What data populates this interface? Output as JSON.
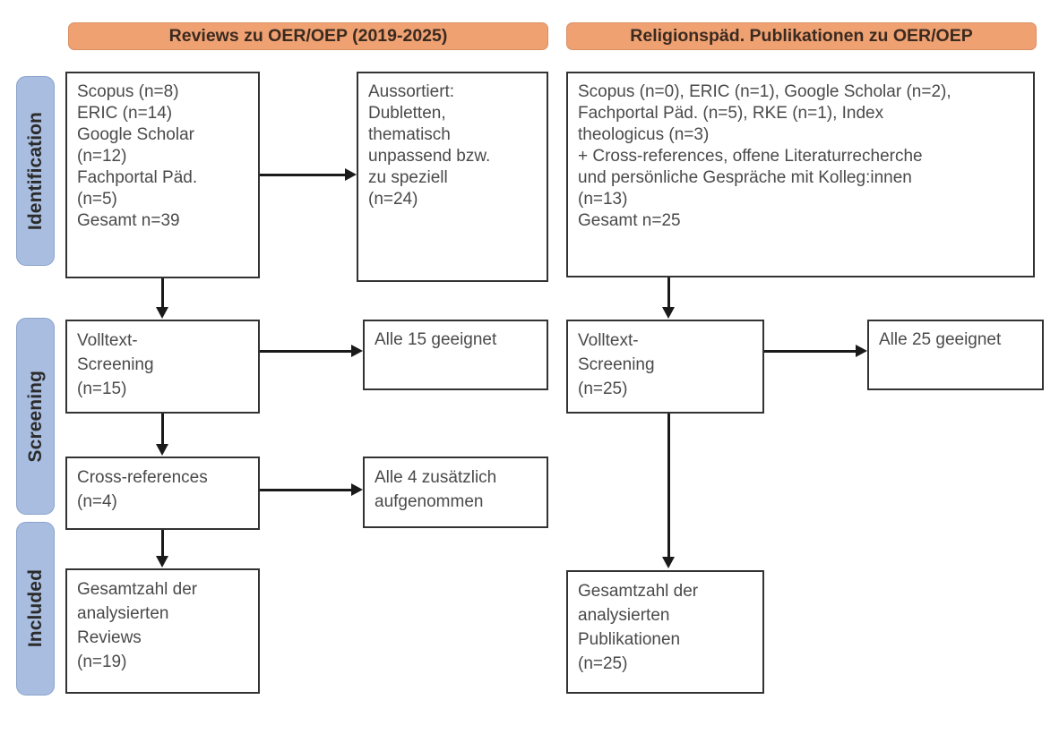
{
  "diagram": {
    "type": "prisma-flow-diagram",
    "columns": [
      {
        "id": "reviews",
        "header": "Reviews zu OER/OEP (2019-2025)"
      },
      {
        "id": "religionspaed",
        "header": "Religionspäd. Publikationen zu OER/OEP"
      }
    ],
    "phases": [
      {
        "id": "identification",
        "label": "Identification"
      },
      {
        "id": "screening",
        "label": "Screening"
      },
      {
        "id": "included",
        "label": "Included"
      }
    ],
    "nodes": {
      "left_identification_sources": "Scopus (n=8)\nERIC (n=14)\nGoogle Scholar\n(n=12)\nFachportal Päd.\n(n=5)\nGesamt n=39",
      "left_identification_excluded": "Aussortiert:\nDubletten,\nthematisch\nunpassend bzw.\nzu speziell\n(n=24)",
      "left_screening_fulltext": "Volltext-\nScreening\n(n=15)",
      "left_screening_eligible": "Alle 15 geeignet",
      "left_screening_crossrefs": "Cross-references\n(n=4)",
      "left_screening_crossrefs_added": "Alle 4 zusätzlich\naufgenommen",
      "left_included_total": "Gesamtzahl der\nanalysierten\nReviews\n(n=19)",
      "right_identification_sources": "Scopus (n=0), ERIC (n=1), Google Scholar (n=2),\nFachportal Päd. (n=5), RKE (n=1), Index\ntheologicus (n=3)\n+ Cross-references, offene Literaturrecherche\nund persönliche Gespräche mit Kolleg:innen\n(n=13)\nGesamt n=25",
      "right_screening_fulltext": "Volltext-\nScreening\n(n=25)",
      "right_screening_eligible": "Alle 25 geeignet",
      "right_included_total": "Gesamtzahl der\nanalysierten\nPublikationen\n(n=25)"
    },
    "colors": {
      "header_fill": "#efa172",
      "header_border": "#d98f63",
      "phase_fill": "#a8bddf",
      "phase_border": "#8aa4cc",
      "node_border": "#333333",
      "node_text": "#4a4a4a",
      "connector": "#1a1a1a",
      "background": "#ffffff"
    },
    "counts": {
      "left_scopus": 8,
      "left_eric": 14,
      "left_google_scholar": 12,
      "left_fachportal": 5,
      "left_total_identified": 39,
      "left_excluded": 24,
      "left_fulltext_screened": 15,
      "left_eligible": 15,
      "left_crossrefs": 4,
      "left_crossrefs_added": 4,
      "left_included": 19,
      "right_scopus": 0,
      "right_eric": 1,
      "right_google_scholar": 2,
      "right_fachportal": 5,
      "right_rke": 1,
      "right_index_theologicus": 3,
      "right_additional": 13,
      "right_total_identified": 25,
      "right_fulltext_screened": 25,
      "right_eligible": 25,
      "right_included": 25
    }
  }
}
